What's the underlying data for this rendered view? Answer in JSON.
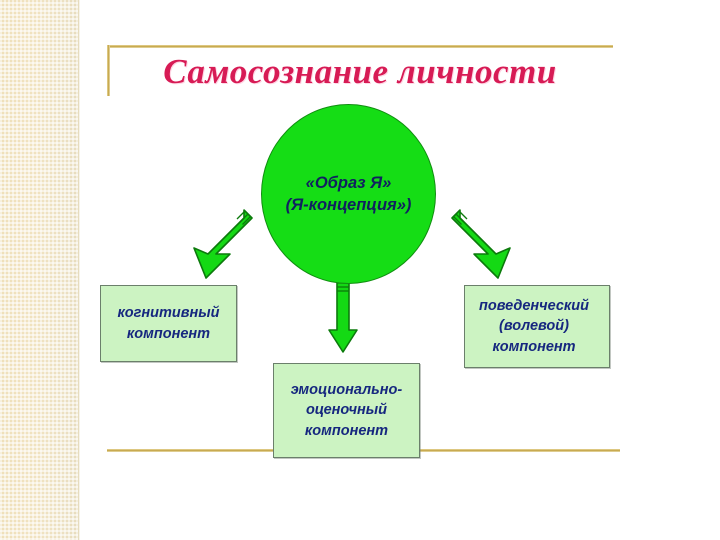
{
  "slide": {
    "title": "Самосознание личности",
    "title_color": "#d71b55",
    "background_color": "#ffffff",
    "side_band_color": "#efe0ba",
    "frame_rule_color": "#c8a84b"
  },
  "core": {
    "line1": "«Образ Я»",
    "line2": "(Я-концепция»)",
    "fill_color": "#15dd15",
    "text_color": "#102060"
  },
  "components": [
    {
      "id": "cognitive",
      "lines": [
        "когнитивный",
        "компонент"
      ],
      "fill_color": "#ccf3c2",
      "text_color": "#16277f"
    },
    {
      "id": "emotional",
      "lines": [
        "эмоционально-",
        "оценочный",
        "компонент"
      ],
      "fill_color": "#ccf3c2",
      "text_color": "#16277f"
    },
    {
      "id": "behavioral",
      "lines": [
        "поведенческий",
        "(волевой)",
        "компонент"
      ],
      "fill_color": "#ccf3c2",
      "text_color": "#16277f"
    }
  ],
  "arrows": {
    "color": "#14d914",
    "stroke_color": "#0c7a0c",
    "left_label": "arrow-down-left",
    "down_label": "arrow-down",
    "right_label": "arrow-down-right"
  }
}
